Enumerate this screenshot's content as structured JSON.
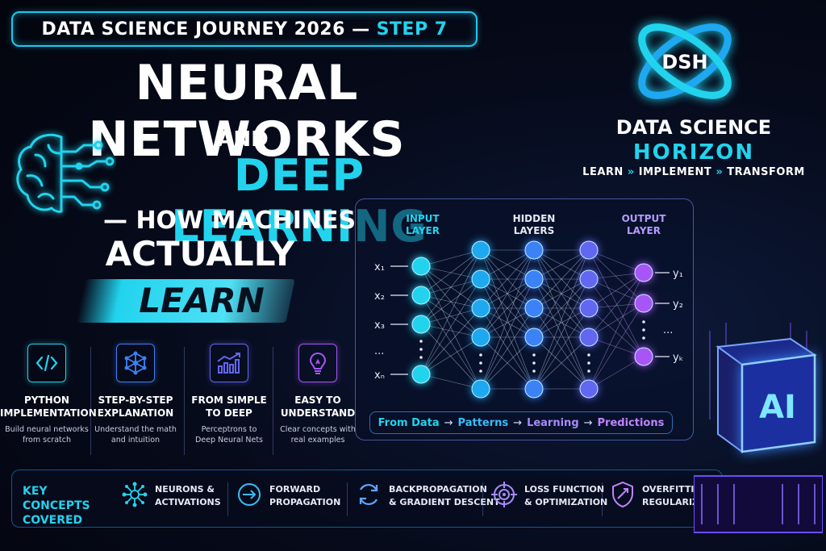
{
  "header": {
    "journey": "DATA SCIENCE JOURNEY 2026 —",
    "step": "STEP 7"
  },
  "title": {
    "line1": "NEURAL NETWORKS",
    "line2": "AND",
    "line3": "DEEP LEARNING",
    "line4": "— HOW MACHINES",
    "line5": "ACTUALLY",
    "line6": "LEARN"
  },
  "brand": {
    "logo_text": "DSH",
    "name": "DATA SCIENCE",
    "sub": "HORIZON",
    "tag1": "LEARN",
    "tag2": "IMPLEMENT",
    "tag3": "TRANSFORM",
    "sep": "»"
  },
  "network": {
    "input_label": "INPUT\nLAYER",
    "hidden_label": "HIDDEN\nLAYERS",
    "output_label": "OUTPUT\nLAYER",
    "inputs": [
      "x₁",
      "x₂",
      "x₃",
      "...",
      "xₙ"
    ],
    "outputs": [
      "y₁",
      "y₂",
      "...",
      "yₖ"
    ],
    "flow": [
      "From Data",
      "Patterns",
      "Learning",
      "Predictions"
    ],
    "flow_arrow": "→"
  },
  "features": [
    {
      "icon": "code-icon",
      "title": "PYTHON\nIMPLEMENTATION",
      "desc": "Build neural networks\nfrom scratch",
      "color": "#22d3ee"
    },
    {
      "icon": "network-icon",
      "title": "STEP-BY-STEP\nEXPLANATION",
      "desc": "Understand the math\nand intuition",
      "color": "#3b82f6"
    },
    {
      "icon": "growth-chart-icon",
      "title": "FROM SIMPLE\nTO DEEP",
      "desc": "Perceptrons to\nDeep Neural Nets",
      "color": "#6366f1"
    },
    {
      "icon": "lightbulb-icon",
      "title": "EASY TO\nUNDERSTAND",
      "desc": "Clear concepts with\nreal examples",
      "color": "#a855f7"
    }
  ],
  "key_concepts": {
    "title": "KEY CONCEPTS\nCOVERED",
    "items": [
      {
        "icon": "neuron-icon",
        "label": "NEURONS &\nACTIVATIONS",
        "color": "#22d3ee"
      },
      {
        "icon": "forward-arrow-icon",
        "label": "FORWARD\nPROPAGATION",
        "color": "#38bdf8"
      },
      {
        "icon": "cycle-icon",
        "label": "BACKPROPAGATION\n& GRADIENT DESCENT",
        "color": "#60a5fa"
      },
      {
        "icon": "target-icon",
        "label": "LOSS FUNCTION\n& OPTIMIZATION",
        "color": "#a78bfa"
      },
      {
        "icon": "shield-icon",
        "label": "OVERFITTING &\nREGULARIZATION",
        "color": "#c084fc"
      }
    ]
  },
  "cube": {
    "text": "AI"
  },
  "colors": {
    "cyan": "#22d3ee",
    "purple": "#a855f7",
    "blue": "#3b82f6"
  }
}
